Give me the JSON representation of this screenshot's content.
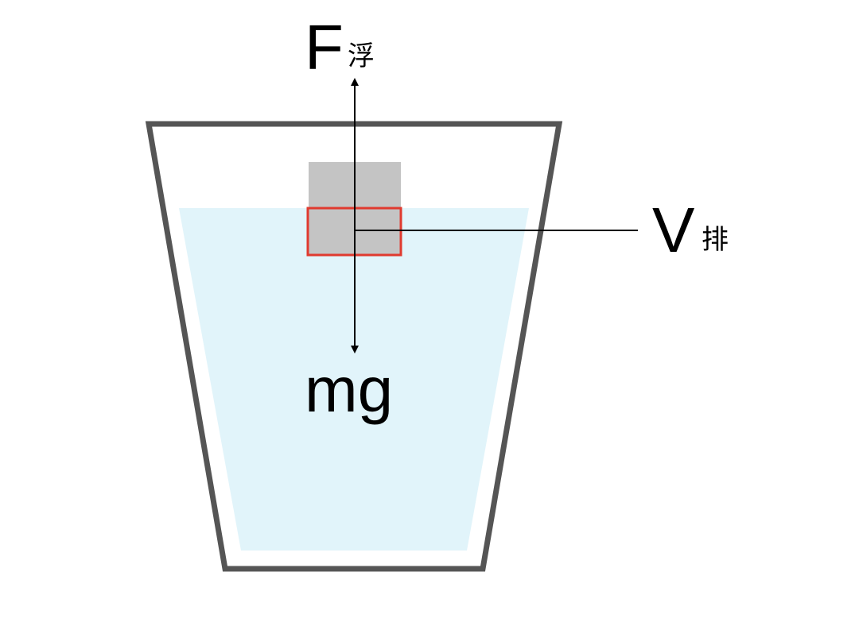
{
  "diagram": {
    "buoyancy_label": {
      "main": "F",
      "subscript": "浮"
    },
    "gravity_label": "mg",
    "displaced_volume_label": {
      "main": "V",
      "subscript": "排"
    }
  },
  "colors": {
    "container_stroke": "#555555",
    "water_fill": "#e1f4fa",
    "block_fill": "#c4c4c4",
    "submerged_outline": "#e03a2f",
    "arrows_and_lines": "#000000"
  }
}
